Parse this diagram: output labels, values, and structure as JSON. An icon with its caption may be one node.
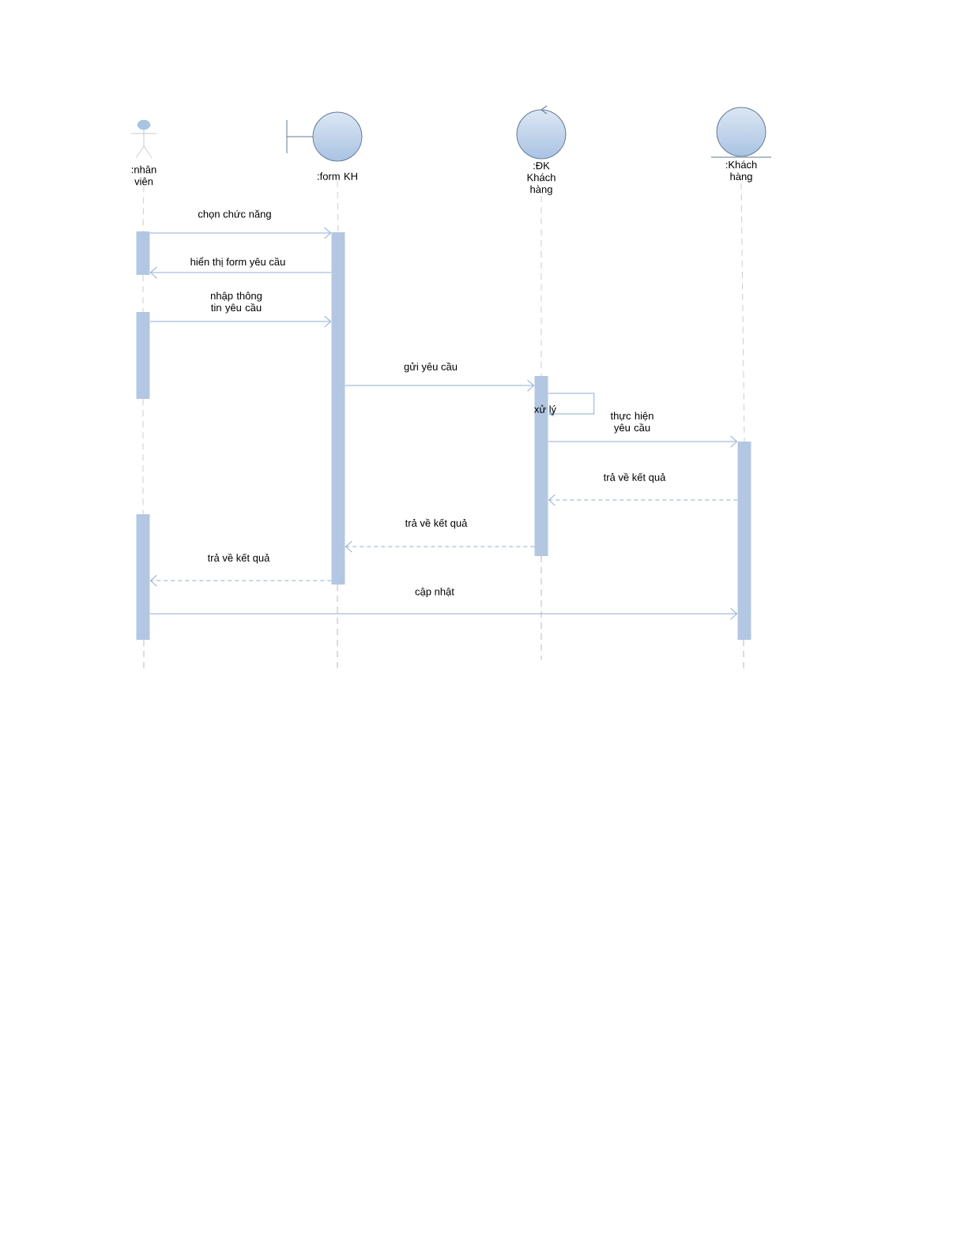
{
  "diagram": {
    "nodes": [
      {
        "text": [
          ":nhân viên"
        ]
      },
      {
        "text": [
          ":form KH"
        ]
      },
      {
        "text": [
          ":ĐK Khách hàng"
        ]
      },
      {
        "text": [
          ":Khách hàng"
        ]
      },
      {
        "text": [],
        "shape": "bar"
      },
      {
        "text": [],
        "shape": "bar"
      },
      {
        "text": [],
        "shape": "bar"
      },
      {
        "text": [],
        "shape": "bar"
      },
      {
        "text": [],
        "shape": "bar"
      },
      {
        "text": [],
        "shape": "bar"
      }
    ],
    "edges": [
      {
        "from": 4,
        "to": 5,
        "arrow": "to",
        "label": "chọn chức năng"
      },
      {
        "from": 5,
        "to": 4,
        "arrow": "to",
        "label": "hiển thị form yêu cầu"
      },
      {
        "from": 6,
        "to": 5,
        "arrow": "to",
        "label": "nhập thông tin yêu cầu"
      },
      {
        "from": 5,
        "to": 7,
        "arrow": "to",
        "label": "gửi yêu cầu"
      },
      {
        "from": 7,
        "to": 7,
        "arrow": "to",
        "label": "xử lý"
      },
      {
        "from": 7,
        "to": 8,
        "arrow": "to",
        "label": "thực hiện yêu cầu"
      },
      {
        "from": 8,
        "to": 7,
        "arrow": "to",
        "label": "trả về kết quả",
        "style": "dashed"
      },
      {
        "from": 7,
        "to": 5,
        "arrow": "to",
        "label": "trả về kết quả",
        "style": "dashed"
      },
      {
        "from": 5,
        "to": 9,
        "arrow": "to",
        "label": "trả về kết quả",
        "style": "dashed"
      },
      {
        "from": 9,
        "to": 8,
        "arrow": "to",
        "label": "cập nhật"
      },
      {
        "from": 0,
        "to": 4,
        "arrow": "none",
        "style": "dashed",
        "color": "#808080"
      },
      {
        "from": 4,
        "to": 6,
        "arrow": "none",
        "style": "dashed",
        "color": "#808080"
      },
      {
        "from": 6,
        "to": 9,
        "arrow": "none",
        "style": "dashed",
        "color": "#808080"
      },
      {
        "from": 1,
        "to": 5,
        "arrow": "none",
        "style": "dashed",
        "color": "#808080"
      },
      {
        "from": 2,
        "to": 7,
        "arrow": "none",
        "style": "dashed",
        "color": "#808080"
      },
      {
        "from": 3,
        "to": 8,
        "arrow": "none",
        "style": "dashed",
        "color": "#808080"
      }
    ]
  }
}
